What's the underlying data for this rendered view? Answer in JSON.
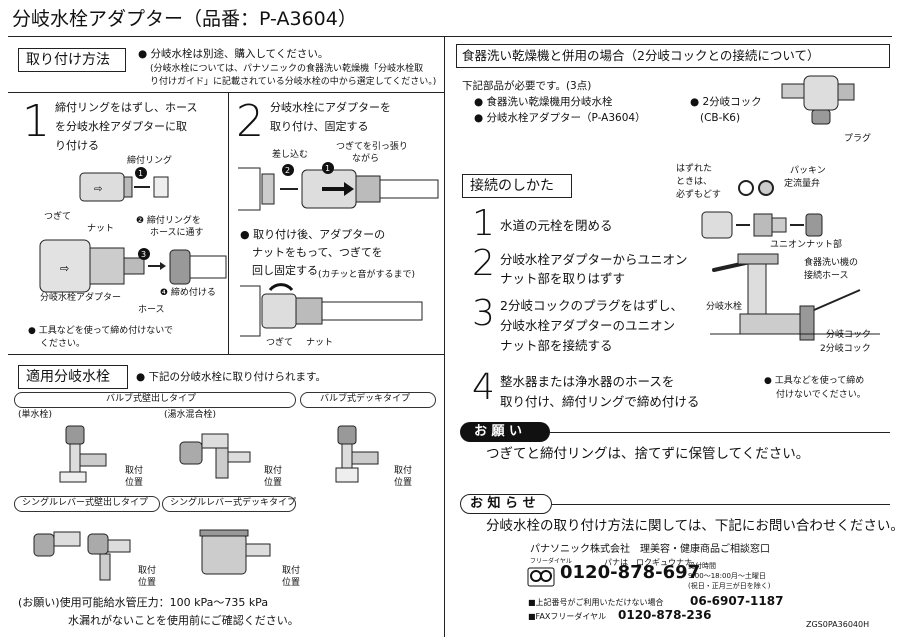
{
  "title": "分岐水栓アダプター（品番：P-A3604）",
  "install": {
    "heading": "取り付け方法",
    "note1": "● 分岐水栓は別途、購入してください。",
    "note2": "(分岐水栓については、パナソニックの食器洗い乾燥機「分岐水栓取",
    "note3": "り付けガイド」に記載されている分岐水栓の中から選定してください。)",
    "step1": {
      "num": "1",
      "line1": "締付リングをはずし、ホース",
      "line2": "を分岐水栓アダプターに取",
      "line3": "り付ける"
    },
    "step2": {
      "num": "2",
      "line1": "分岐水栓にアダプターを",
      "line2": "取り付け、固定する"
    },
    "step2b": {
      "line1": "● 取り付け後、アダプターの",
      "line2": "ナットをもって、つぎてを",
      "line3": "回し固定する",
      "note": "(カチッと音がするまで)"
    },
    "labels": {
      "ring": "締付リング",
      "tsugite": "つぎて",
      "nut": "ナット",
      "adapter": "分岐水栓アダプター",
      "hose": "ホース",
      "pass": "❷ 締付リングを",
      "pass2": "ホースに通す",
      "tighten": "❹ 締め付ける",
      "insert": "差し込む",
      "pull1": "つぎてを引っ張り",
      "pull2": "ながら",
      "tsugite2": "つぎて",
      "nut2": "ナット"
    },
    "tool1": "● 工具などを使って締め付けないで",
    "tool2": "ください。"
  },
  "faucets": {
    "heading": "適用分岐水栓",
    "note": "● 下記の分岐水栓に取り付けられます。",
    "type1": "バルブ式壁出しタイプ",
    "type2": "バルブ式デッキタイプ",
    "type3": "シングルレバー式壁出しタイプ",
    "type4": "シングルレバー式デッキタイプ",
    "single": "(単水栓)",
    "mix": "(湯水混合栓)",
    "pos1": "取付",
    "pos2": "位置",
    "request1": "(お願い)使用可能給水管圧力：100 kPa〜735 kPa",
    "request2": "水漏れがないことを使用前にご確認ください。"
  },
  "dish": {
    "heading": "食器洗い乾燥機と併用の場合（2分岐コックとの接続について）",
    "need": "下記部品が必要です。(3点)",
    "item1": "● 食器洗い乾燥機用分岐水栓",
    "item2": "● 分岐水栓アダプター（P-A3604）",
    "item3": "● 2分岐コック",
    "item3b": "(CB-K6)",
    "plug": "プラグ",
    "connect": "接続のしかた",
    "s1": {
      "num": "1",
      "text": "水道の元栓を閉める"
    },
    "s2": {
      "num": "2",
      "line1": "分岐水栓アダプターからユニオン",
      "line2": "ナット部を取りはずす"
    },
    "s3": {
      "num": "3",
      "line1": "2分岐コックのプラグをはずし、",
      "line2": "分岐水栓アダプターのユニオン",
      "line3": "ナット部を接続する"
    },
    "s4": {
      "num": "4",
      "line1": "整水器または浄水器のホースを",
      "line2": "取り付け、締付リングで締め付ける"
    },
    "lbl_off1": "はずれた",
    "lbl_off2": "ときは、",
    "lbl_off3": "必ずもどす",
    "packing": "パッキン",
    "flow": "定流量弁",
    "union": "ユニオンナット部",
    "hose1": "食器洗い機の",
    "hose2": "接続ホース",
    "bunki": "分岐水栓",
    "cock1": "分岐コック",
    "cock2": "2分岐コック",
    "tool1": "● 工具などを使って締め",
    "tool2": "付けないでください。"
  },
  "onegai": {
    "heading": "お 願 い",
    "text": "つぎてと締付リングは、捨てずに保管してください。"
  },
  "oshirase": {
    "heading": "お 知 ら せ",
    "text": "分岐水栓の取り付け方法に関しては、下記にお問い合わせください。",
    "company": "パナソニック株式会社　理美容・健康商品ご相談窓口",
    "free_label": "フリーダイヤル",
    "kana": "パナは　ロクギュウナナ",
    "phone": "0120-878-697",
    "hours1": "受付時間",
    "hours2": "9:00〜18:00月〜土曜日",
    "hours3": "(祝日・正月三が日を除く)",
    "alt1": "■上記番号がご利用いただけない場合",
    "alt1num": "06-6907-1187",
    "fax": "■FAXフリーダイヤル",
    "faxnum": "0120-878-236"
  },
  "code": "ZGS0PA36040H"
}
